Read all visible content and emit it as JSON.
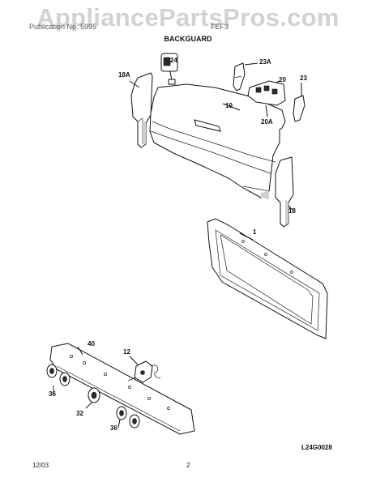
{
  "watermark": "AppliancePartsPros.com",
  "header": {
    "left": "Publication No. 5995",
    "right": "FEF3",
    "section_title": "BACKGUARD"
  },
  "callouts": {
    "p18A": "18A",
    "p24": "24",
    "p23A": "23A",
    "p20": "20",
    "p23": "23",
    "p19": "19",
    "p20A": "20A",
    "p18": "18",
    "p1": "1",
    "p40": "40",
    "p12": "12",
    "p36a": "36",
    "p32": "32",
    "p36b": "36"
  },
  "drawing_code": "L24G0028",
  "footer": {
    "date": "12/03",
    "page": "2"
  }
}
